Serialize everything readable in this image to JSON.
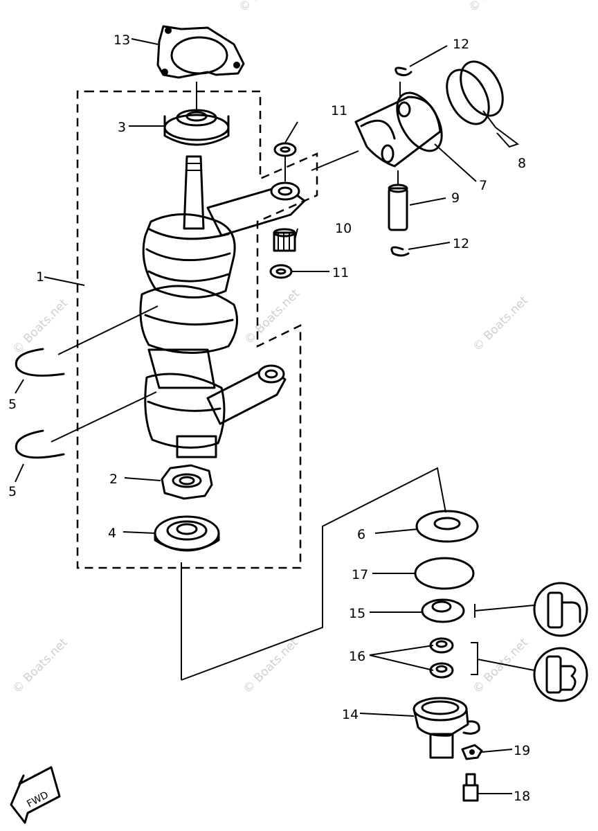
{
  "watermark": "© Boats.net",
  "labels": {
    "l1": "1",
    "l2": "2",
    "l3": "3",
    "l4": "4",
    "l5a": "5",
    "l5b": "5",
    "l6": "6",
    "l7": "7",
    "l8": "8",
    "l9": "9",
    "l10": "10",
    "l11a": "11",
    "l11b": "11",
    "l12a": "12",
    "l12b": "12",
    "l13": "13",
    "l14": "14",
    "l15": "15",
    "l16": "16",
    "l17": "17",
    "l18": "18",
    "l19": "19"
  },
  "fwd": "FWD"
}
